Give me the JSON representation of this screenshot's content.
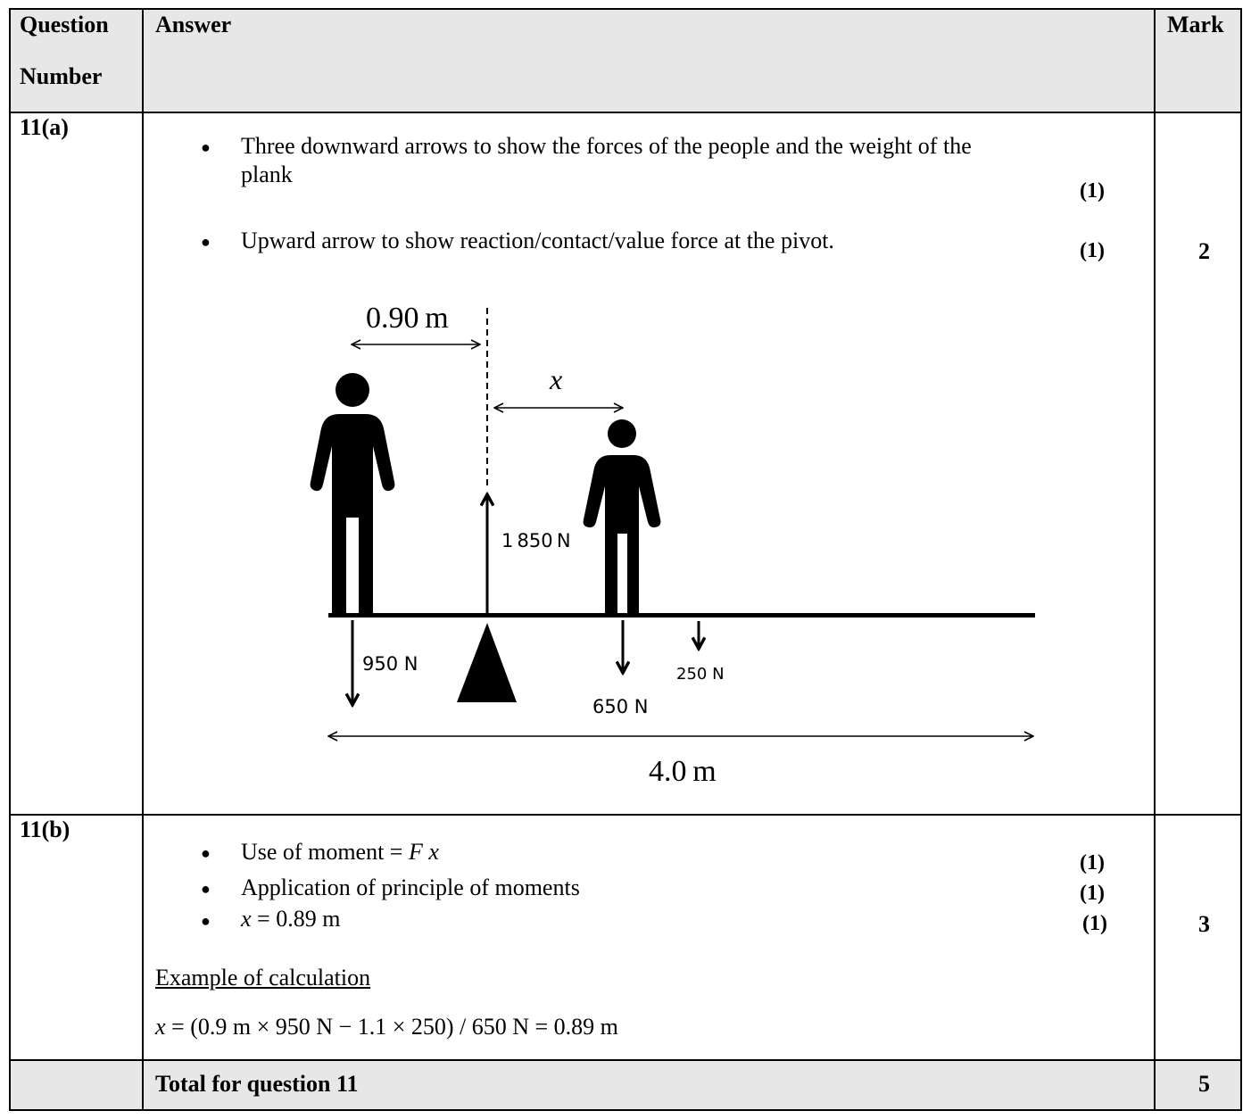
{
  "header": {
    "question_line1": "Question",
    "question_line2": "Number",
    "answer": "Answer",
    "mark": "Mark"
  },
  "q11a": {
    "number": "11(a)",
    "point1": "Three downward arrows to show the forces of the people and the weight of the plank",
    "point1_mark": "(1)",
    "point2": "Upward arrow to show reaction/contact/value force at the pivot.",
    "point2_mark": "(1)",
    "total_mark": "2",
    "diagram": {
      "dist_left": "0.90 m",
      "dist_x": "x",
      "reaction": "1 850 N",
      "force_left": "950 N",
      "force_right": "650 N",
      "force_plank": "250 N",
      "length": "4.0 m"
    }
  },
  "q11b": {
    "number": "11(b)",
    "point1_prefix": "Use of moment = ",
    "point1_var": "F x",
    "point1_mark": "(1)",
    "point2": "Application of principle of moments",
    "point2_mark": "(1)",
    "point3_var": "x",
    "point3_rest": " = 0.89 m",
    "point3_mark": "(1)",
    "total_mark": "3",
    "example_heading": "Example of calculation",
    "calc_var": "x",
    "calc_rest": " = (0.9 m × 950 N − 1.1 × 250) / 650 N = 0.89 m"
  },
  "total": {
    "label": "Total for question 11",
    "mark": "5"
  },
  "colors": {
    "header_bg": "#e7e7e7",
    "border": "#000000"
  }
}
